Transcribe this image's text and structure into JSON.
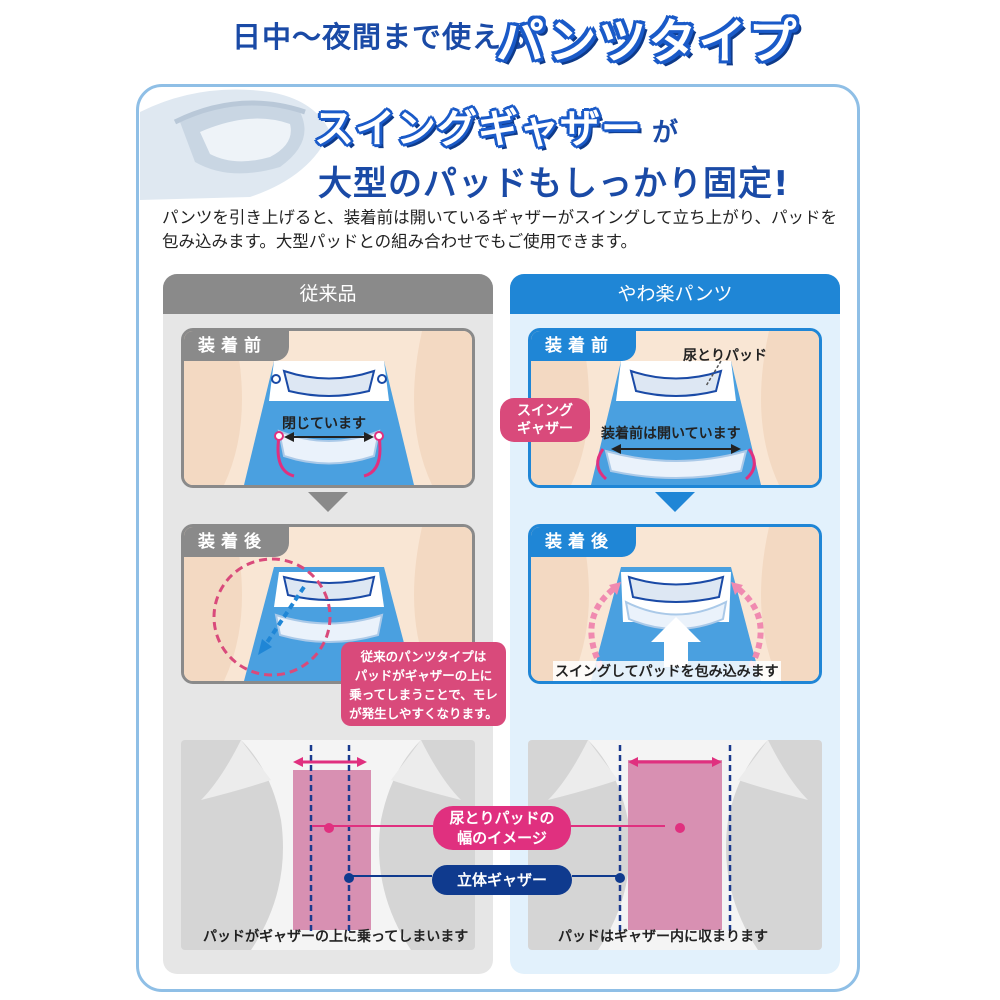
{
  "header": {
    "prefix": "日中〜夜間まで使える",
    "title": "パンツタイプ"
  },
  "headline": {
    "part1": "スイングギャザー",
    "part1_suffix": "が",
    "part2": "大型のパッドもしっかり固定!"
  },
  "description": {
    "line1": "パンツを引き上げると、装着前は開いているギャザーがスイングして立ち上がり、パッドを",
    "line2": "包み込みます。大型パッドとの組み合わせでもご使用できます。"
  },
  "left_column": {
    "title": "従来品",
    "before_tag": "装着前",
    "before_label": "閉じています",
    "after_tag": "装着後",
    "photo_caption": "パッドがギャザーの上に乗ってしまいます"
  },
  "right_column": {
    "title": "やわ楽パンツ",
    "before_tag": "装着前",
    "pad_label": "尿とりパッド",
    "before_label": "装着前は開いています",
    "swing_line1": "スイング",
    "swing_line2": "ギャザー",
    "after_tag": "装着後",
    "after_label": "スイングしてパッドを包み込みます",
    "photo_caption": "パッドはギャザー内に収まります"
  },
  "callout": {
    "line1": "従来のパンツタイプは",
    "line2": "パッドがギャザーの上に",
    "line3": "乗ってしまうことで、モレ",
    "line4": "が発生しやすくなります。"
  },
  "legend": {
    "pad_width_line1": "尿とりパッドの",
    "pad_width_line2": "幅のイメージ",
    "gather": "立体ギャザー"
  },
  "colors": {
    "brand_blue": "#1a5ac8",
    "accent_pink": "#e0307f",
    "navy": "#0f3a8e",
    "gray": "#8a8a8a"
  }
}
